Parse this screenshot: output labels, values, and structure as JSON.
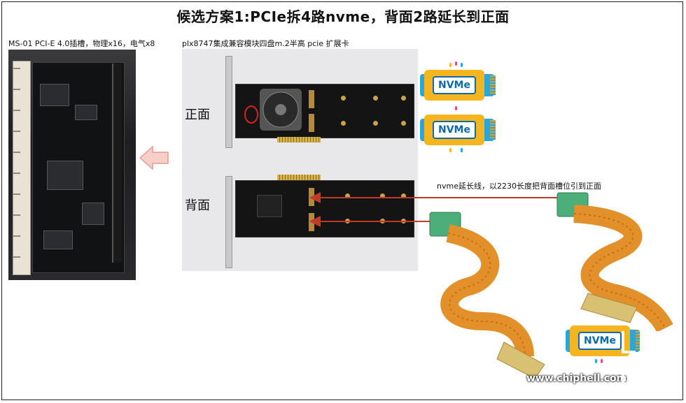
{
  "title": "候选方案1:PCIe拆4路nvme，背面2路延长到正面",
  "left_caption": "MS-01 PCI-E 4.0插槽，物理x16，电气x8",
  "middle_caption": "plx8747集成兼容模块四盘m.2半高 pcie 扩展卡",
  "front_label": "正面",
  "back_label": "背面",
  "extension_caption": "nvme延长线，以2230长度把背面槽位引到正面",
  "nvme_text": "NVMe",
  "watermark_url": "www.chiphell.com",
  "colors": {
    "arrow_fill": "#f6d0c8",
    "arrow_stroke": "#e59a8c",
    "red_arrow": "#c0392b",
    "flex": "#e2902a"
  }
}
